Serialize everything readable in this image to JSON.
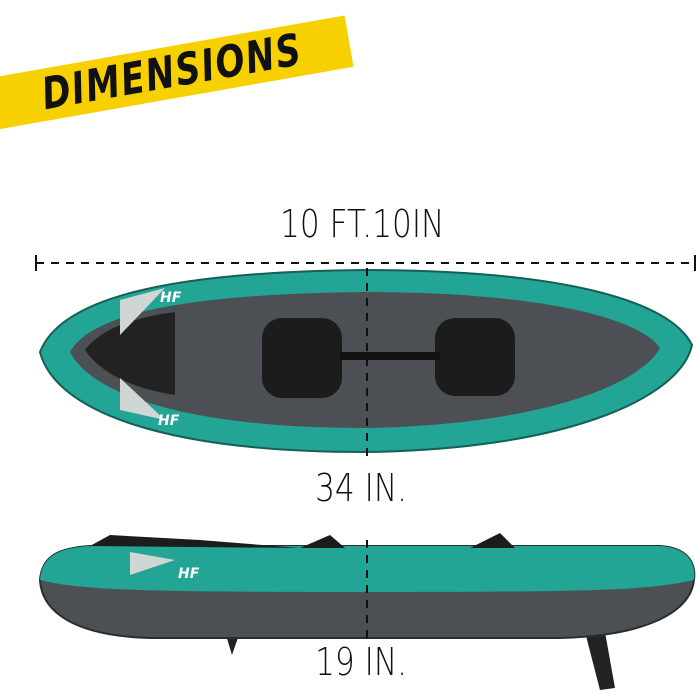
{
  "title": "DIMENSIONS",
  "dimensions": {
    "length": "10 FT.10IN",
    "width": "34 IN.",
    "height": "19 IN."
  },
  "brand_mark": "HF",
  "colors": {
    "banner": "#f7d000",
    "hull_green": "#22a595",
    "hull_gray": "#4c5055",
    "text": "#111111"
  }
}
